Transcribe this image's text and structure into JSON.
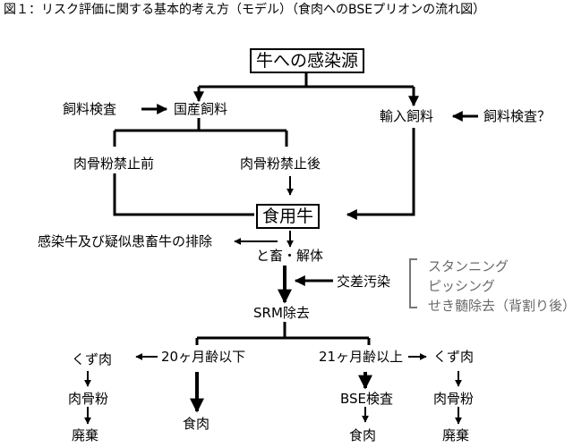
{
  "figure": {
    "title": "図１：リスク評価に関する基本的考え方（モデル）（食肉へのBSEプリオンの流れ図）"
  },
  "nodes": {
    "source": "牛への感染源",
    "feed_inspection_left": "飼料検査",
    "domestic_feed": "国産飼料",
    "imported_feed": "輸入飼料",
    "feed_inspection_right": "飼料検査？",
    "before_ban": "肉骨粉禁止前",
    "after_ban": "肉骨粉禁止後",
    "edible_cattle": "食用牛",
    "exclusion": "感染牛及び疑似患畜牛の排除",
    "slaughter": "と畜・解体",
    "cross_contamination": "交差汚染",
    "srm_removal": "SRM除去",
    "under_20": "20ヶ月齢以下",
    "over_21": "21ヶ月齢以上",
    "scrap_meat_left": "くず肉",
    "scrap_meat_right": "くず肉",
    "mbm_left": "肉骨粉",
    "mbm_right": "肉骨粉",
    "disposal_left": "廃棄",
    "disposal_right": "廃棄",
    "meat_left": "食肉",
    "bse_test": "BSE検査",
    "meat_right": "食肉"
  },
  "slaughter_processes": [
    "スタンニング",
    "ピッシング",
    "せき髄除去（背割り後）"
  ]
}
